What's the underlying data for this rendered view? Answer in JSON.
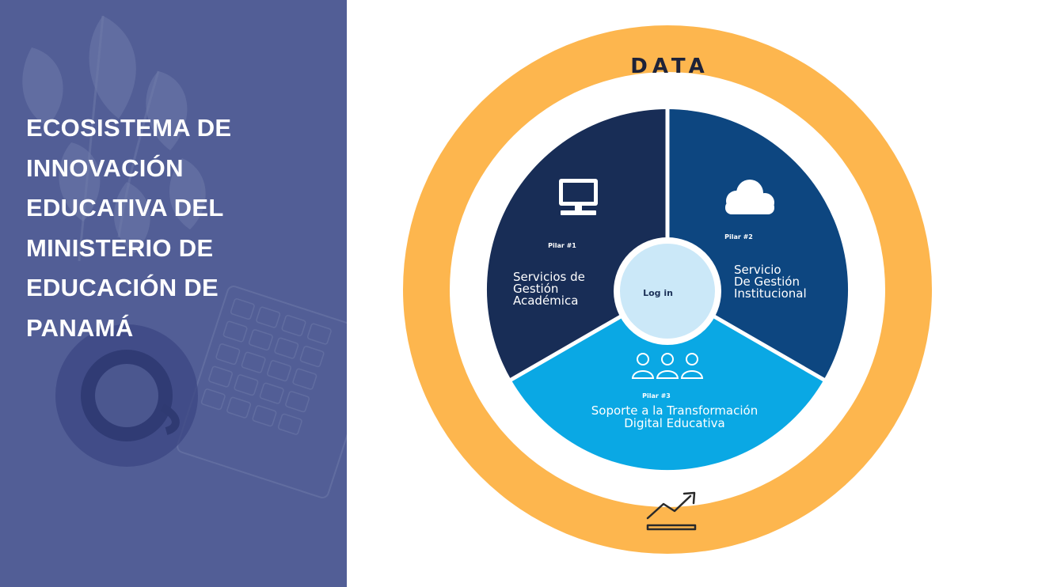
{
  "title_lines": [
    "ECOSISTEMA DE",
    "INNOVACIÓN",
    "EDUCATIVA DEL",
    "MINISTERIO DE",
    "EDUCACIÓN DE",
    "PANAMÁ"
  ],
  "diagram": {
    "ring_label": "DATA",
    "center_label": "Log in",
    "pillars": [
      {
        "tag": "Pilar #1",
        "lines": [
          "Servicios de",
          "Gestión",
          "Académica"
        ],
        "icon": "monitor-icon",
        "color": "#182d56"
      },
      {
        "tag": "Pilar #2",
        "lines": [
          "Servicio",
          "De Gestión",
          "Institucional"
        ],
        "icon": "cloud-icon",
        "color": "#0d4680"
      },
      {
        "tag": "Pilar #3",
        "lines": [
          "Soporte a la Transformación",
          "Digital Educativa"
        ],
        "icon": "people-icon",
        "color": "#0aa8e4"
      }
    ],
    "ring_color": "#fdb64e",
    "center_color": "#cbe8f8"
  }
}
